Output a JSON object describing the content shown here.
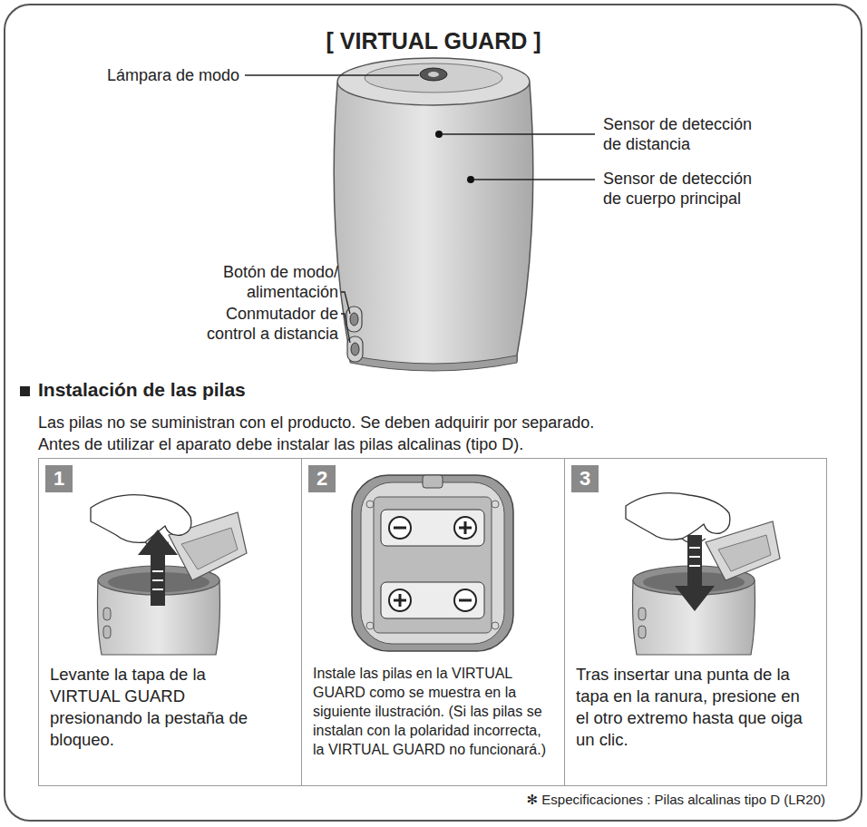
{
  "diagram": {
    "title": "[ VIRTUAL GUARD ]",
    "nodes": [
      {
        "text": [
          "1",
          "Levante la tapa de la VIRTUAL GUARD presionando la pestaña de bloqueo."
        ]
      },
      {
        "text": [
          "2",
          "Instale las pilas en la VIRTUAL GUARD como se muestra en la siguiente ilustración. (Si las pilas se instalan con la polaridad incorrecta, la VIRTUAL GUARD no funcionará.)"
        ]
      },
      {
        "text": [
          "3",
          "Tras insertar una punta de la tapa en la ranura, presione en el otro extremo hasta que oiga un clic."
        ]
      }
    ],
    "labels": [
      "Lámpara de modo",
      "Sensor de detección de distancia",
      "Sensor de detección de cuerpo principal",
      "Botón de modo/ alimentación",
      "Conmutador de control a distancia",
      "Instalación de las pilas",
      "Las pilas no se suministran con el producto. Se deben adquirir por separado.",
      "Antes de utilizar el aparato debe instalar las pilas alcalinas (tipo D).",
      "✻ Especificaciones : Pilas alcalinas tipo D (LR20)"
    ]
  }
}
